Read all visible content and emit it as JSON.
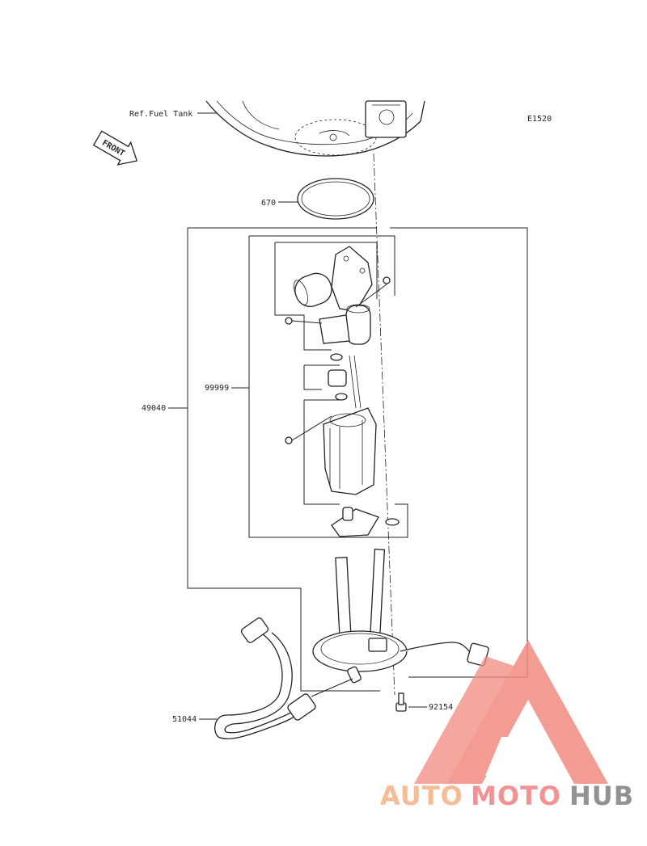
{
  "diagram": {
    "code": "E1520",
    "ref_label": "Ref.Fuel Tank",
    "front_label": "FRONT",
    "parts": [
      {
        "id": "670"
      },
      {
        "id": "49040"
      },
      {
        "id": "99999"
      },
      {
        "id": "51044"
      },
      {
        "id": "92154"
      }
    ]
  },
  "watermark": {
    "part1": "AUTO",
    "part2": "MOTO",
    "part3": "HUB",
    "colors": {
      "auto": "#f4b183",
      "moto": "#f08080",
      "hub": "#808080",
      "logo": "#f28b82"
    }
  }
}
